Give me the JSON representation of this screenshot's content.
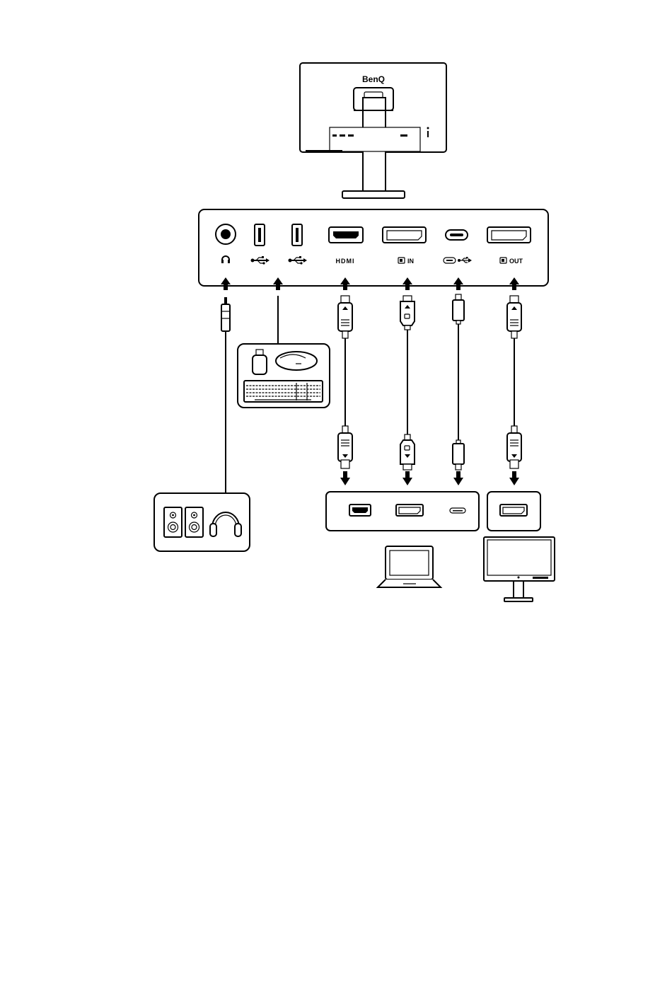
{
  "monitor": {
    "brand": "BenQ"
  },
  "port_labels": {
    "hdmi": "HDMI",
    "dp_in": "IN",
    "dp_out": "OUT"
  },
  "icons": {
    "headphone_port": "headphone-icon",
    "usb_port": "usb-trident-icon",
    "usb_c_port": "usb-c-icon",
    "displayport": "displayport-icon",
    "devices": [
      "usb-flash-drive-icon",
      "mouse-icon",
      "keyboard-icon",
      "speaker-icon",
      "headphones-icon",
      "laptop-icon",
      "monitor-icon"
    ]
  },
  "colors": {
    "line": "#000000",
    "background": "#ffffff"
  }
}
